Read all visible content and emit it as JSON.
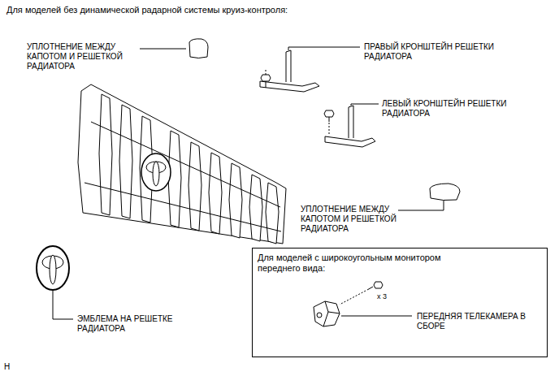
{
  "diagram": {
    "title": "Для моделей без динамической радарной системы круиз-контроля:",
    "nodes": [
      {
        "text": [
          "Для моделей с широкоугольным монитором переднего вида:",
          "x 3",
          "ПЕРЕДНЯЯ ТЕЛЕКАМЕРА В СБОРЕ"
        ]
      }
    ],
    "labels": [
      "УПЛОТНЕНИЕ МЕЖДУ КАПОТОМ И РЕШЕТКОЙ РАДИАТОРА",
      "ПРАВЫЙ КРОНШТЕЙН РЕШЕТКИ РАДИАТОРА",
      "ЛЕВЫЙ КРОНШТЕЙН РЕШЕТКИ РАДИАТОРА",
      "УПЛОТНЕНИЕ МЕЖДУ КАПОТОМ И РЕШЕТКОЙ РАДИАТОРА",
      "ЭМБЛЕМА НА РЕШЕТКЕ РАДИАТОРА",
      "H"
    ]
  }
}
